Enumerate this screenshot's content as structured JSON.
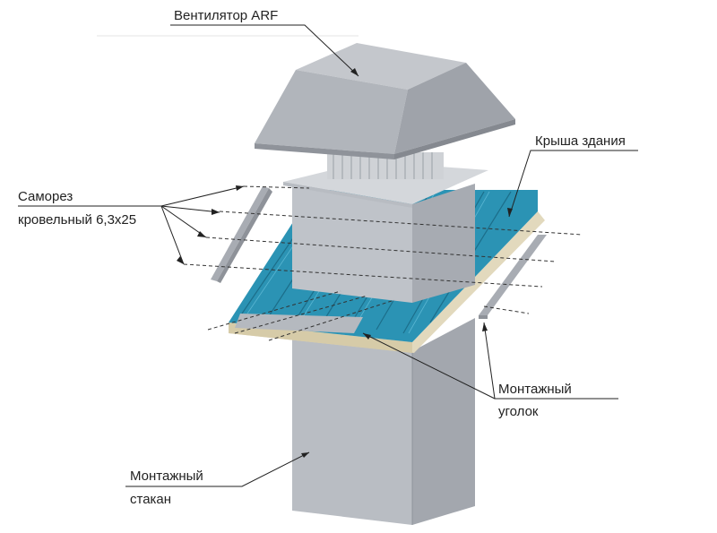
{
  "labels": {
    "fan": "Вентилятор ARF",
    "roof": "Крыша здания",
    "screw_line1": "Саморез",
    "screw_line2": "кровельный 6,3х25",
    "angle_line1": "Монтажный",
    "angle_line2": "уголок",
    "glass_line1": "Монтажный",
    "glass_line2": "стакан"
  },
  "colors": {
    "metal_light": "#c9ccd1",
    "metal_mid": "#b0b4ba",
    "metal_dark": "#9a9ea5",
    "roof_blue": "#2a8fb0",
    "roof_blue_dark": "#1f6f8c",
    "insulation": "#ddd3b5",
    "leader": "#222222"
  }
}
